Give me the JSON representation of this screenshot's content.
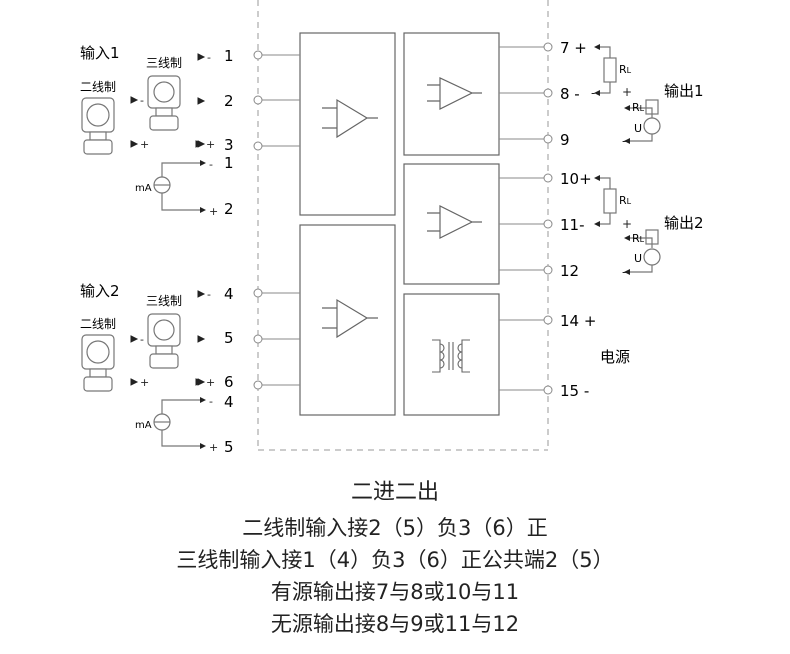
{
  "inputs": {
    "input1": {
      "heading": "输入1",
      "two_wire": "二线制",
      "three_wire": "三线制",
      "ma": "mA",
      "terminals": [
        "1",
        "2",
        "3"
      ],
      "ma_terminals": [
        "1",
        "2"
      ]
    },
    "input2": {
      "heading": "输入2",
      "two_wire": "二线制",
      "three_wire": "三线制",
      "ma": "mA",
      "terminals": [
        "4",
        "5",
        "6"
      ],
      "ma_terminals": [
        "4",
        "5"
      ]
    }
  },
  "outputs": {
    "output1": {
      "label": "输出1",
      "terminals": [
        "7 +",
        "8 -",
        "9"
      ]
    },
    "output2": {
      "label": "输出2",
      "terminals": [
        "10+",
        "11-",
        "12"
      ]
    },
    "resistor": "R",
    "resistor_sub": "L",
    "voltage": "U"
  },
  "power": {
    "label": "电源",
    "terminals": [
      "14 +",
      "15 -"
    ]
  },
  "captions": {
    "title": "二进二出",
    "line1": "二线制输入接2（5）负3（6）正",
    "line2": "三线制输入接1（4）负3（6）正公共端2（5）",
    "line3": "有源输出接7与8或10与11",
    "line4": "无源输出接8与9或11与12"
  }
}
